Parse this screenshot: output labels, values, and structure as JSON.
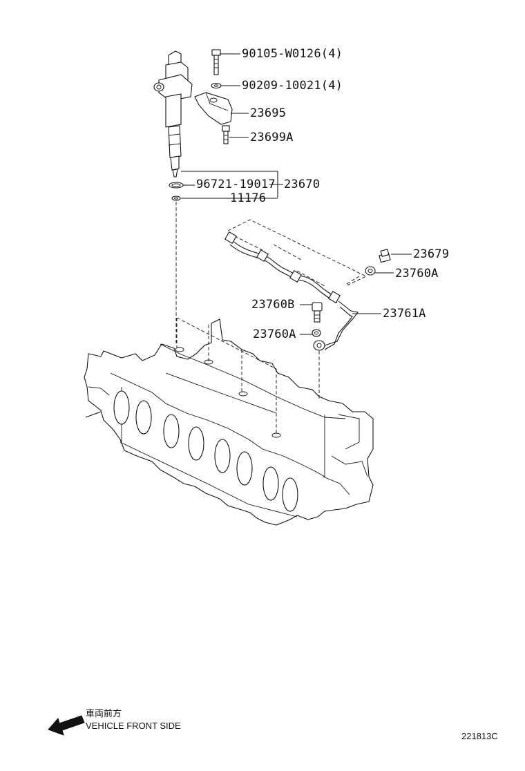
{
  "diagram_title": "",
  "parts": {
    "bolt_1": "90105-W0126(4)",
    "washer_1": "90209-10021(4)",
    "clamp": "23695",
    "bolt_2": "23699A",
    "oring": "96721-19017",
    "injector_assy": "23670",
    "gasket": "11176",
    "union_bolt": "23679",
    "gasket_a1": "23760A",
    "gasket_b": "23760B",
    "pipe": "23761A",
    "gasket_a2": "23760A"
  },
  "front_indicator": {
    "label_jp": "車両前方",
    "label_en": "VEHICLE FRONT SIDE"
  },
  "figure_code": "221813C"
}
